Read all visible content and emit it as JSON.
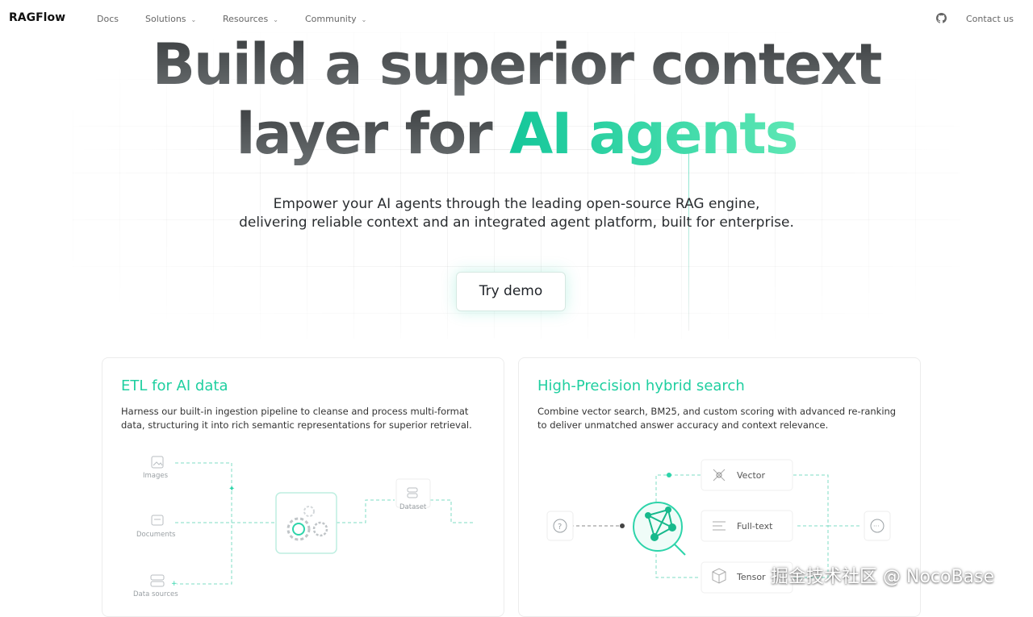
{
  "nav": {
    "logo": "RAGFlow",
    "items": [
      {
        "label": "Docs",
        "has_menu": false
      },
      {
        "label": "Solutions",
        "has_menu": true
      },
      {
        "label": "Resources",
        "has_menu": true
      },
      {
        "label": "Community",
        "has_menu": true
      }
    ],
    "contact": "Contact us",
    "github_icon": "github-icon"
  },
  "hero": {
    "line1": "Build a superior context",
    "line2_a": "layer for ",
    "line2_b": "AI agents",
    "subtitle_1": "Empower your AI agents through the leading open-source RAG engine,",
    "subtitle_2": "delivering reliable context and an integrated agent platform, built for enterprise.",
    "cta": "Try demo"
  },
  "cards": [
    {
      "title": "ETL for AI data",
      "desc_1": "Harness our built-in ingestion pipeline to cleanse and process multi-format",
      "desc_2": "data, structuring it into rich semantic representations for superior retrieval.",
      "nodes": [
        "Images",
        "Documents",
        "Data sources",
        "Dataset"
      ]
    },
    {
      "title": "High-Precision hybrid search",
      "desc_1": "Combine vector search, BM25, and custom scoring with advanced re-ranking",
      "desc_2": "to deliver unmatched answer accuracy and context relevance.",
      "nodes": [
        "Vector",
        "Full-text",
        "Tensor"
      ]
    }
  ],
  "watermark": "掘金技术社区 @ NocoBase",
  "colors": {
    "accent": "#1fcfa0",
    "text": "#1f2328",
    "muted": "#666666"
  }
}
